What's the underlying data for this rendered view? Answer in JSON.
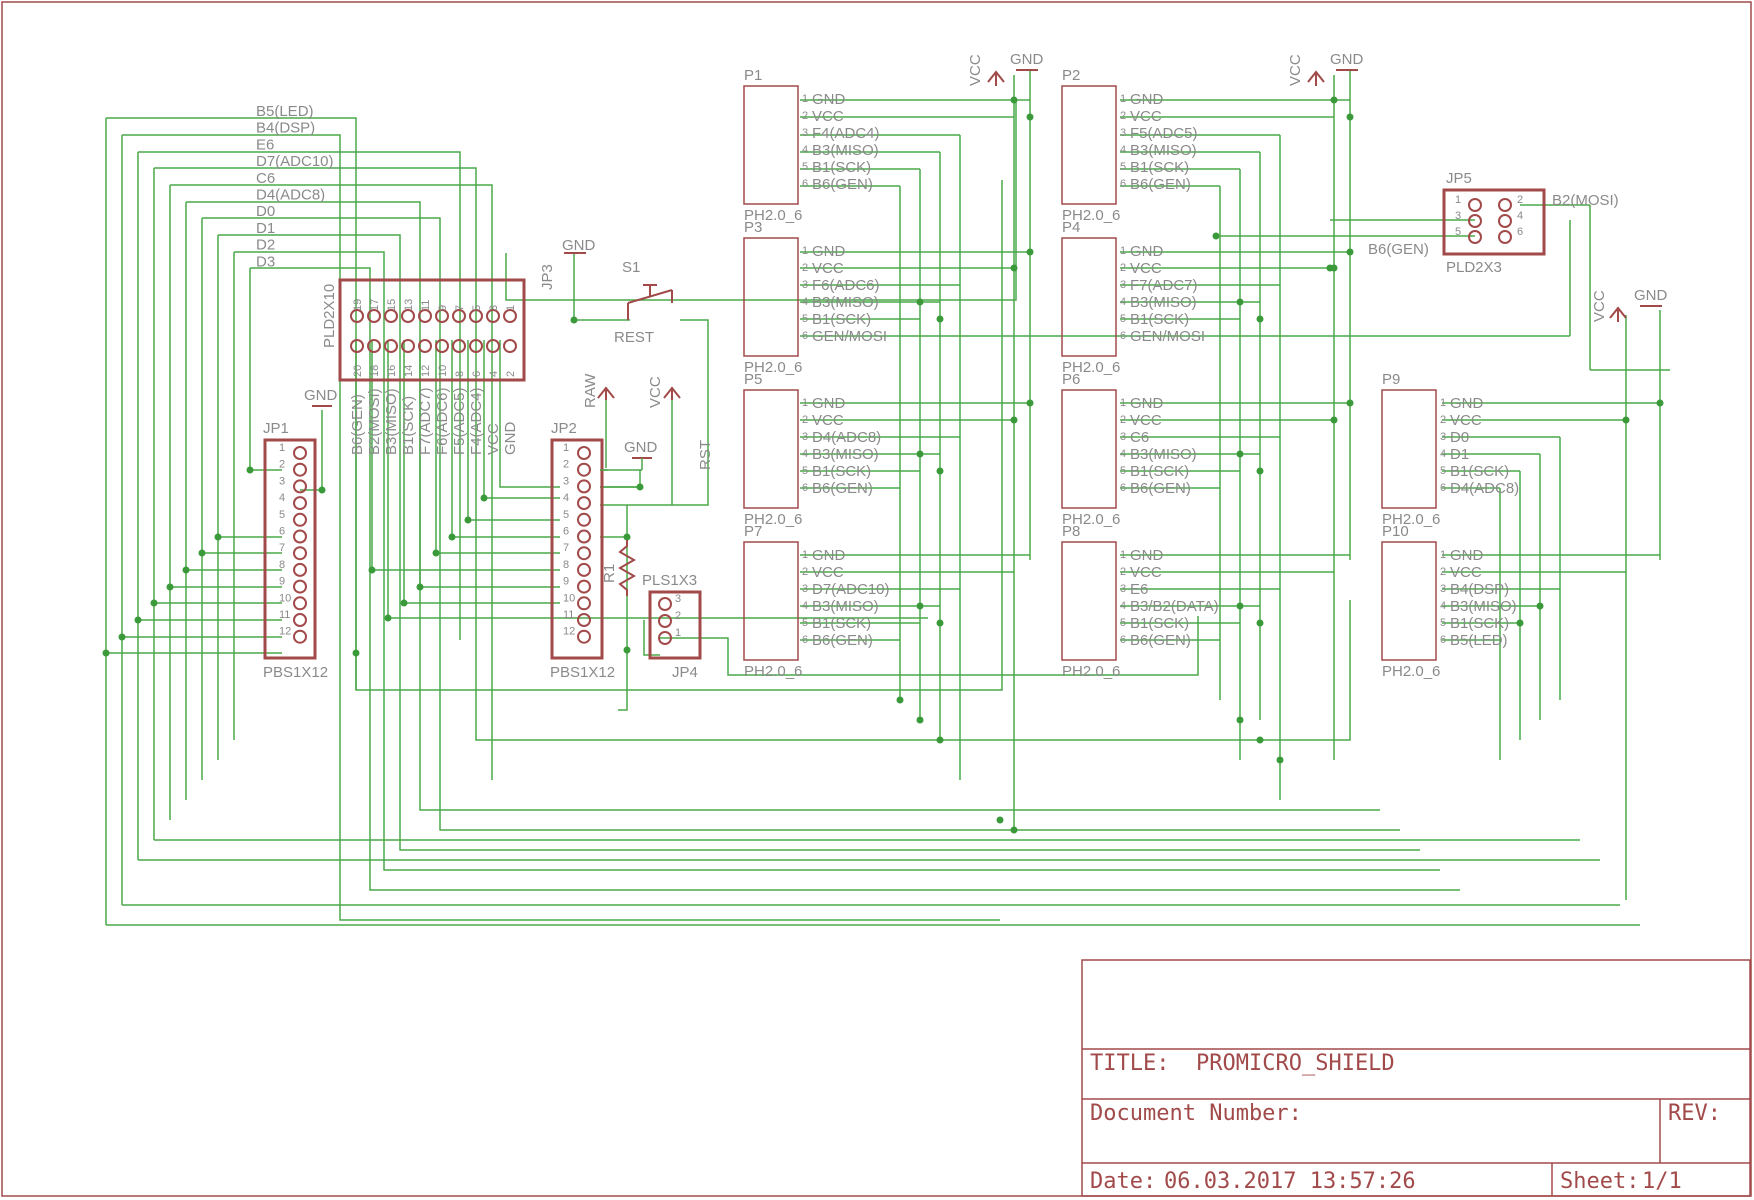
{
  "title_block": {
    "title_label": "TITLE:",
    "title_value": "PROMICRO_SHIELD",
    "docnum_label": "Document Number:",
    "rev_label": "REV:",
    "date_label": "Date:",
    "date_value": "06.03.2017 13:57:26",
    "sheet_label": "Sheet:",
    "sheet_value": "1/1"
  },
  "net_labels": [
    "B5(LED)",
    "B4(DSP)",
    "E6",
    "D7(ADC10)",
    "C6",
    "D4(ADC8)",
    "D0",
    "D1",
    "D2",
    "D3"
  ],
  "headers": [
    {
      "ref": "P1",
      "type": "PH2.0_6",
      "pins": [
        "GND",
        "VCC",
        "F4(ADC4)",
        "B3(MISO)",
        "B1(SCK)",
        "B6(GEN)"
      ]
    },
    {
      "ref": "P2",
      "type": "PH2.0_6",
      "pins": [
        "GND",
        "VCC",
        "F5(ADC5)",
        "B3(MISO)",
        "B1(SCK)",
        "B6(GEN)"
      ]
    },
    {
      "ref": "P3",
      "type": "PH2.0_6",
      "pins": [
        "GND",
        "VCC",
        "F6(ADC6)",
        "B3(MISO)",
        "B1(SCK)",
        "GEN/MOSI"
      ]
    },
    {
      "ref": "P4",
      "type": "PH2.0_6",
      "pins": [
        "GND",
        "VCC",
        "F7(ADC7)",
        "B3(MISO)",
        "B1(SCK)",
        "GEN/MOSI"
      ]
    },
    {
      "ref": "P5",
      "type": "PH2.0_6",
      "pins": [
        "GND",
        "VCC",
        "D4(ADC8)",
        "B3(MISO)",
        "B1(SCK)",
        "B6(GEN)"
      ]
    },
    {
      "ref": "P6",
      "type": "PH2.0_6",
      "pins": [
        "GND",
        "VCC",
        "C6",
        "B3(MISO)",
        "B1(SCK)",
        "B6(GEN)"
      ]
    },
    {
      "ref": "P7",
      "type": "PH2.0_6",
      "pins": [
        "GND",
        "VCC",
        "D7(ADC10)",
        "B3(MISO)",
        "B1(SCK)",
        "B6(GEN)"
      ]
    },
    {
      "ref": "P8",
      "type": "PH2.0_6",
      "pins": [
        "GND",
        "VCC",
        "E6",
        "B3/B2(DATA)",
        "B1(SCK)",
        "B6(GEN)"
      ]
    },
    {
      "ref": "P9",
      "type": "PH2.0_6",
      "pins": [
        "GND",
        "VCC",
        "D0",
        "D1",
        "B1(SCK)",
        "D4(ADC8)"
      ]
    },
    {
      "ref": "P10",
      "type": "PH2.0_6",
      "pins": [
        "GND",
        "VCC",
        "B4(DSP)",
        "B3(MISO)",
        "B1(SCK)",
        "B5(LED)"
      ]
    }
  ],
  "jp3": {
    "ref": "JP3",
    "type": "PLD2X10",
    "top_nums": [
      "19",
      "17",
      "15",
      "13",
      "11",
      "9",
      "7",
      "5",
      "3",
      "1"
    ],
    "bot_nums": [
      "20",
      "18",
      "16",
      "14",
      "12",
      "10",
      "8",
      "6",
      "4",
      "2"
    ],
    "labels": [
      "B6(GEN)",
      "B2(MOSI)",
      "B3(MISO)",
      "B1(SCK)",
      "F7(ADC7)",
      "F6(ADC6)",
      "F5(ADC5)",
      "F4(ADC4)",
      "VCC",
      "GND"
    ]
  },
  "jp1": {
    "ref": "JP1",
    "type": "PBS1X12"
  },
  "jp2": {
    "ref": "JP2",
    "type": "PBS1X12"
  },
  "jp_pins": [
    "1",
    "2",
    "3",
    "4",
    "5",
    "6",
    "7",
    "8",
    "9",
    "10",
    "11",
    "12"
  ],
  "jp4": {
    "ref": "JP4",
    "type": "PLS1X3",
    "pins": [
      "3",
      "2",
      "1"
    ]
  },
  "jp5": {
    "ref": "JP5",
    "type": "PLD2X3",
    "pins": [
      "1",
      "2",
      "3",
      "4",
      "5",
      "6"
    ],
    "label_right": "B2(MOSI)",
    "label_left": "B6(GEN)"
  },
  "s1": {
    "ref": "S1",
    "label": "REST"
  },
  "r1": {
    "ref": "R1"
  },
  "supplies": {
    "vcc": "VCC",
    "gnd": "GND",
    "raw": "RAW",
    "rst": "RST"
  }
}
